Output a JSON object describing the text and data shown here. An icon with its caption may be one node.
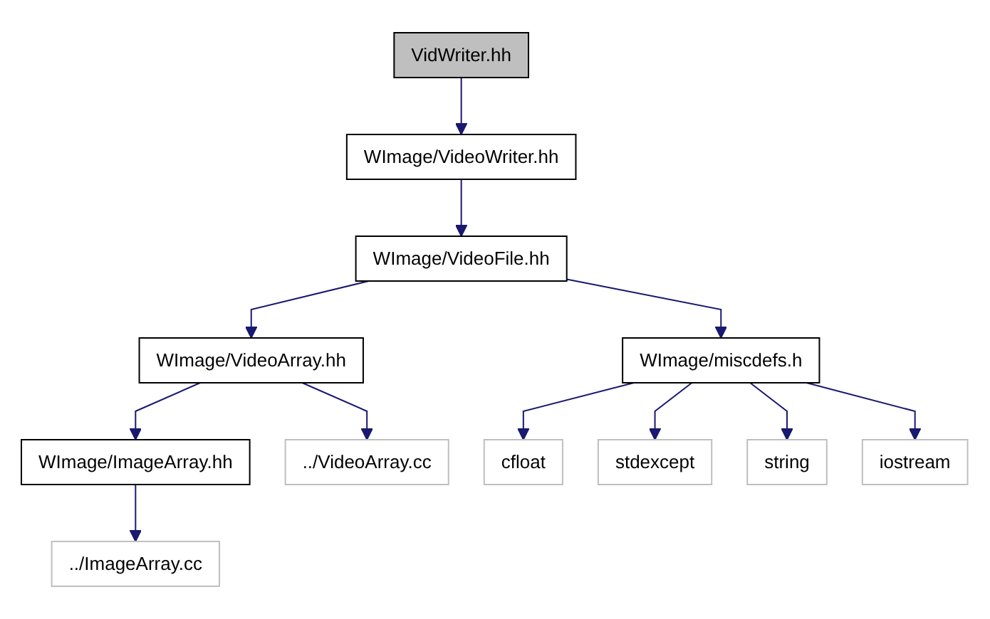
{
  "diagram": {
    "nodes": [
      {
        "text": [
          "VidWriter.hh"
        ]
      },
      {
        "text": [
          "WImage/VideoWriter.hh"
        ]
      },
      {
        "text": [
          "WImage/VideoFile.hh"
        ]
      },
      {
        "text": [
          "WImage/VideoArray.hh"
        ]
      },
      {
        "text": [
          "WImage/miscdefs.h"
        ]
      },
      {
        "text": [
          "WImage/ImageArray.hh"
        ]
      },
      {
        "text": [
          "../VideoArray.cc"
        ]
      },
      {
        "text": [
          "cfloat"
        ]
      },
      {
        "text": [
          "stdexcept"
        ]
      },
      {
        "text": [
          "string"
        ]
      },
      {
        "text": [
          "iostream"
        ]
      },
      {
        "text": [
          "../ImageArray.cc"
        ]
      }
    ],
    "edges": [
      {
        "from": 0,
        "to": 1,
        "arrow": "to"
      },
      {
        "from": 1,
        "to": 2,
        "arrow": "to"
      },
      {
        "from": 2,
        "to": 3,
        "arrow": "to"
      },
      {
        "from": 2,
        "to": 4,
        "arrow": "to"
      },
      {
        "from": 3,
        "to": 5,
        "arrow": "to"
      },
      {
        "from": 3,
        "to": 6,
        "arrow": "to"
      },
      {
        "from": 4,
        "to": 7,
        "arrow": "to"
      },
      {
        "from": 4,
        "to": 8,
        "arrow": "to"
      },
      {
        "from": 4,
        "to": 9,
        "arrow": "to"
      },
      {
        "from": 4,
        "to": 10,
        "arrow": "to"
      },
      {
        "from": 5,
        "to": 11,
        "arrow": "to"
      }
    ]
  }
}
